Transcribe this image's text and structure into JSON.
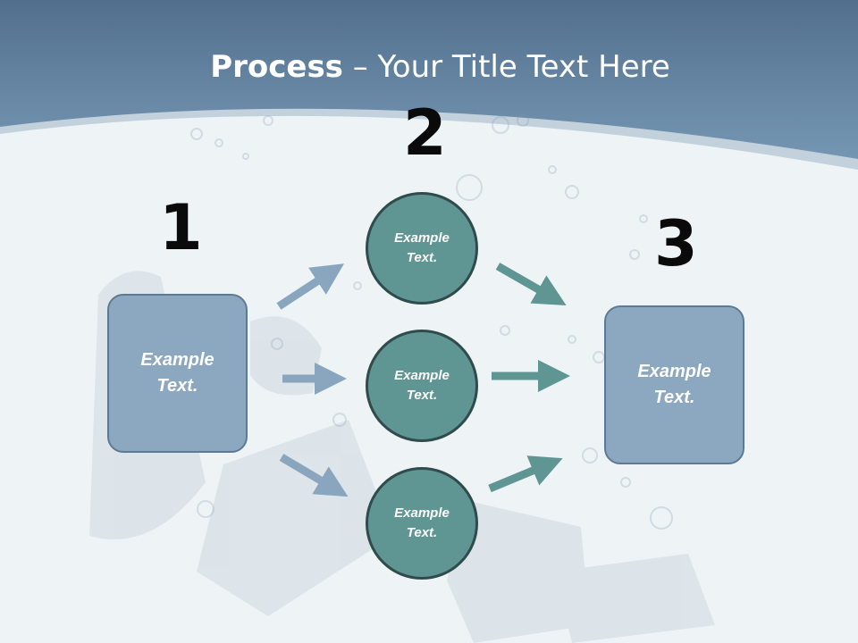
{
  "title": {
    "bold": "Process",
    "rest": " – Your Title Text Here"
  },
  "steps": [
    {
      "number": "1",
      "label": "Example Text."
    },
    {
      "number": "2",
      "nodes": [
        "Example Text.",
        "Example Text.",
        "Example Text."
      ]
    },
    {
      "number": "3",
      "label": "Example Text."
    }
  ],
  "colors": {
    "header": "#6e90ad",
    "box_fill": "#8ca7c0",
    "circle_fill": "#5f9593",
    "arrow_left": "#8aa6bf",
    "arrow_right": "#5f9593"
  }
}
